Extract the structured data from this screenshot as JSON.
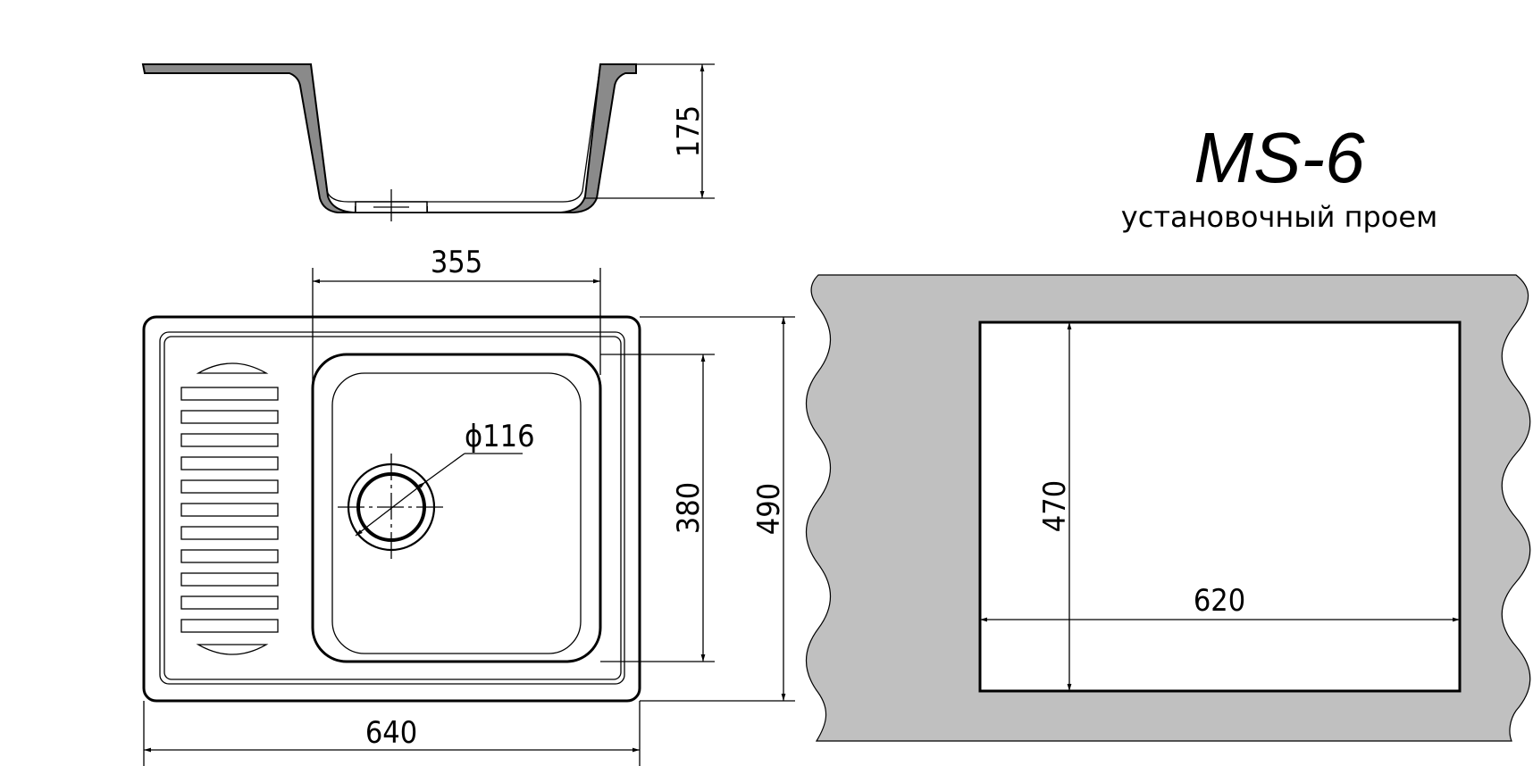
{
  "title": "MS-6",
  "subtitle": "установочный проем",
  "dimensions": {
    "depth": "175",
    "bowl_width": "355",
    "drain_diameter": "ϕ116",
    "bowl_length": "380",
    "overall_length": "490",
    "overall_width": "640",
    "cutout_length": "470",
    "cutout_width": "620"
  },
  "colors": {
    "line": "#000000",
    "countertop": "#c0c0c0",
    "sink_section": "#8a8a8a",
    "cutout": "#ffffff"
  }
}
